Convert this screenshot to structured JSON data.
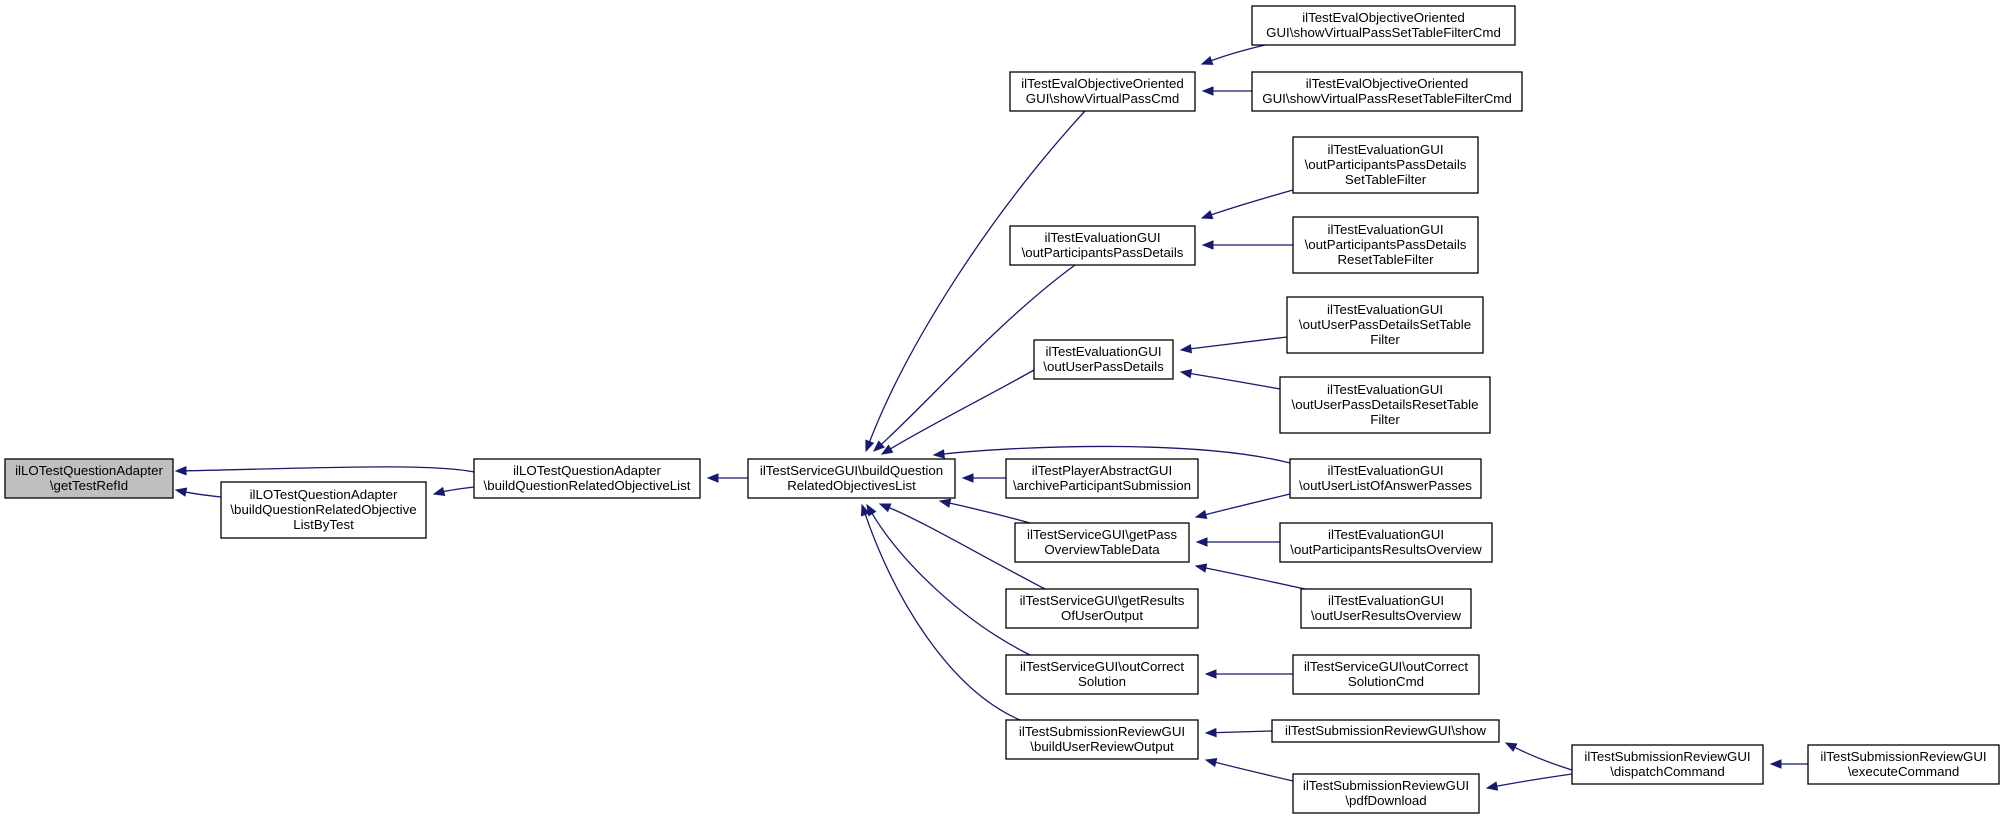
{
  "colors": {
    "edge": "#191970",
    "root_fill": "#bfbfbf",
    "node_fill": "#ffffff",
    "border": "#000000"
  },
  "nodes": [
    {
      "id": "getTestRefId",
      "lines": [
        "ilLOTestQuestionAdapter",
        "\\getTestRefId"
      ],
      "root": true
    },
    {
      "id": "buildQRObjListByTest",
      "lines": [
        "ilLOTestQuestionAdapter",
        "\\buildQuestionRelatedObjective",
        "ListByTest"
      ]
    },
    {
      "id": "buildQRObjList",
      "lines": [
        "ilLOTestQuestionAdapter",
        "\\buildQuestionRelatedObjectiveList"
      ]
    },
    {
      "id": "svcBuildQRObjList",
      "lines": [
        "ilTestServiceGUI\\buildQuestion",
        "RelatedObjectivesList"
      ]
    },
    {
      "id": "showVirtualPassCmd",
      "lines": [
        "ilTestEvalObjectiveOriented",
        "GUI\\showVirtualPassCmd"
      ]
    },
    {
      "id": "showVPSetFilter",
      "lines": [
        "ilTestEvalObjectiveOriented",
        "GUI\\showVirtualPassSetTableFilterCmd"
      ]
    },
    {
      "id": "showVPResetFilter",
      "lines": [
        "ilTestEvalObjectiveOriented",
        "GUI\\showVirtualPassResetTableFilterCmd"
      ]
    },
    {
      "id": "outPartPassDetails",
      "lines": [
        "ilTestEvaluationGUI",
        "\\outParticipantsPassDetails"
      ]
    },
    {
      "id": "outPartPassDetailsSet",
      "lines": [
        "ilTestEvaluationGUI",
        "\\outParticipantsPassDetails",
        "SetTableFilter"
      ]
    },
    {
      "id": "outPartPassDetailsReset",
      "lines": [
        "ilTestEvaluationGUI",
        "\\outParticipantsPassDetails",
        "ResetTableFilter"
      ]
    },
    {
      "id": "outUserPassDetails",
      "lines": [
        "ilTestEvaluationGUI",
        "\\outUserPassDetails"
      ]
    },
    {
      "id": "outUserPassDetailsSet",
      "lines": [
        "ilTestEvaluationGUI",
        "\\outUserPassDetailsSetTable",
        "Filter"
      ]
    },
    {
      "id": "outUserPassDetailsReset",
      "lines": [
        "ilTestEvaluationGUI",
        "\\outUserPassDetailsResetTable",
        "Filter"
      ]
    },
    {
      "id": "archivePartSub",
      "lines": [
        "ilTestPlayerAbstractGUI",
        "\\archiveParticipantSubmission"
      ]
    },
    {
      "id": "outUserListAnswerPasses",
      "lines": [
        "ilTestEvaluationGUI",
        "\\outUserListOfAnswerPasses"
      ]
    },
    {
      "id": "getPassOverview",
      "lines": [
        "ilTestServiceGUI\\getPass",
        "OverviewTableData"
      ]
    },
    {
      "id": "outPartResultsOverview",
      "lines": [
        "ilTestEvaluationGUI",
        "\\outParticipantsResultsOverview"
      ]
    },
    {
      "id": "outUserResultsOverview",
      "lines": [
        "ilTestEvaluationGUI",
        "\\outUserResultsOverview"
      ]
    },
    {
      "id": "getResultsOfUserOutput",
      "lines": [
        "ilTestServiceGUI\\getResults",
        "OfUserOutput"
      ]
    },
    {
      "id": "outCorrectSolution",
      "lines": [
        "ilTestServiceGUI\\outCorrect",
        "Solution"
      ]
    },
    {
      "id": "outCorrectSolutionCmd",
      "lines": [
        "ilTestServiceGUI\\outCorrect",
        "SolutionCmd"
      ]
    },
    {
      "id": "buildUserReviewOutput",
      "lines": [
        "ilTestSubmissionReviewGUI",
        "\\buildUserReviewOutput"
      ]
    },
    {
      "id": "reviewShow",
      "lines": [
        "ilTestSubmissionReviewGUI\\show"
      ]
    },
    {
      "id": "pdfDownload",
      "lines": [
        "ilTestSubmissionReviewGUI",
        "\\pdfDownload"
      ]
    },
    {
      "id": "dispatchCommand",
      "lines": [
        "ilTestSubmissionReviewGUI",
        "\\dispatchCommand"
      ]
    },
    {
      "id": "executeCommand",
      "lines": [
        "ilTestSubmissionReviewGUI",
        "\\executeCommand"
      ]
    }
  ],
  "edges": [
    {
      "from": "buildQRObjListByTest",
      "to": "getTestRefId"
    },
    {
      "from": "buildQRObjList",
      "to": "getTestRefId"
    },
    {
      "from": "buildQRObjList",
      "to": "buildQRObjListByTest"
    },
    {
      "from": "svcBuildQRObjList",
      "to": "buildQRObjList"
    },
    {
      "from": "showVirtualPassCmd",
      "to": "svcBuildQRObjList"
    },
    {
      "from": "outPartPassDetails",
      "to": "svcBuildQRObjList"
    },
    {
      "from": "outUserPassDetails",
      "to": "svcBuildQRObjList"
    },
    {
      "from": "outUserListAnswerPasses",
      "to": "svcBuildQRObjList"
    },
    {
      "from": "archivePartSub",
      "to": "svcBuildQRObjList"
    },
    {
      "from": "getPassOverview",
      "to": "svcBuildQRObjList"
    },
    {
      "from": "getResultsOfUserOutput",
      "to": "svcBuildQRObjList"
    },
    {
      "from": "outCorrectSolution",
      "to": "svcBuildQRObjList"
    },
    {
      "from": "buildUserReviewOutput",
      "to": "svcBuildQRObjList"
    },
    {
      "from": "showVPSetFilter",
      "to": "showVirtualPassCmd"
    },
    {
      "from": "showVPResetFilter",
      "to": "showVirtualPassCmd"
    },
    {
      "from": "outPartPassDetailsSet",
      "to": "outPartPassDetails"
    },
    {
      "from": "outPartPassDetailsReset",
      "to": "outPartPassDetails"
    },
    {
      "from": "outUserPassDetailsSet",
      "to": "outUserPassDetails"
    },
    {
      "from": "outUserPassDetailsReset",
      "to": "outUserPassDetails"
    },
    {
      "from": "outUserListAnswerPasses",
      "to": "getPassOverview"
    },
    {
      "from": "outPartResultsOverview",
      "to": "getPassOverview"
    },
    {
      "from": "outUserResultsOverview",
      "to": "getPassOverview"
    },
    {
      "from": "outCorrectSolutionCmd",
      "to": "outCorrectSolution"
    },
    {
      "from": "reviewShow",
      "to": "buildUserReviewOutput"
    },
    {
      "from": "pdfDownload",
      "to": "buildUserReviewOutput"
    },
    {
      "from": "dispatchCommand",
      "to": "reviewShow"
    },
    {
      "from": "dispatchCommand",
      "to": "pdfDownload"
    },
    {
      "from": "executeCommand",
      "to": "dispatchCommand"
    }
  ]
}
